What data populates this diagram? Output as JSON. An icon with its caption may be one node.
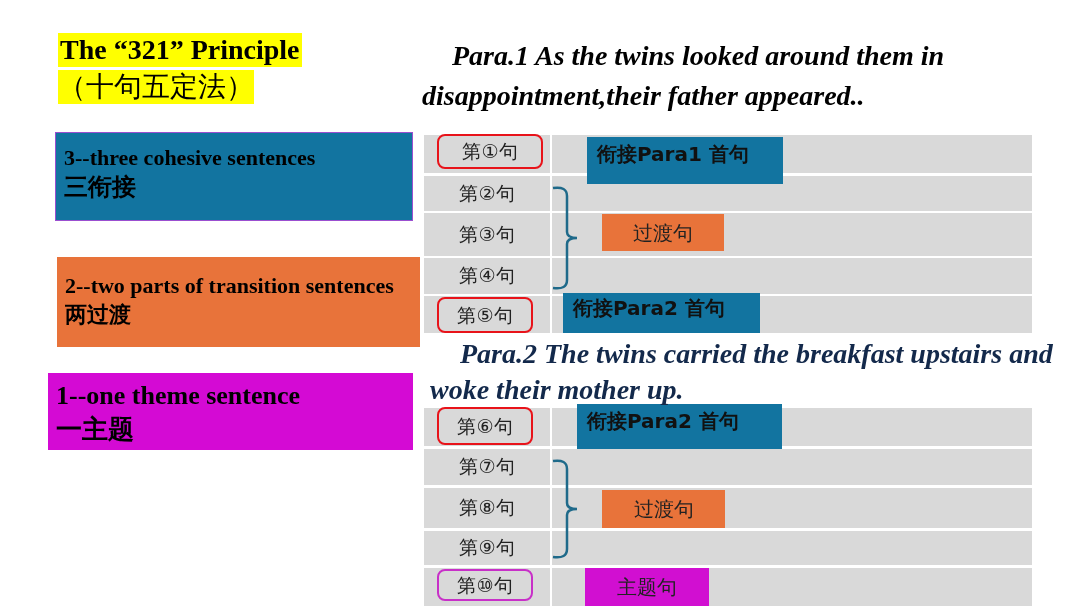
{
  "diagram": {
    "title": "The “321” Principle",
    "nodes": [
      {
        "text": [
          "3--three cohesive sentences",
          "三衔接"
        ]
      },
      {
        "text": [
          "2--two parts of transition sentences 两过渡"
        ]
      },
      {
        "text": [
          "1--one theme sentence",
          "一主题"
        ]
      },
      {
        "text": [
          "第①句"
        ]
      },
      {
        "text": [
          "衔接Para1 首句"
        ]
      },
      {
        "text": [
          "过渡句"
        ]
      },
      {
        "text": [
          "第⑤句"
        ]
      },
      {
        "text": [
          "衔接Para2 首句"
        ]
      },
      {
        "text": [
          "第⑥句"
        ]
      },
      {
        "text": [
          "衔接Para2 首句"
        ]
      },
      {
        "text": [
          "过渡句"
        ]
      },
      {
        "text": [
          "第⑩句"
        ]
      },
      {
        "text": [
          "主题句"
        ]
      }
    ],
    "labels": [
      "（十句五定法）",
      "Para.1 As the twins looked around them in disappointment,their father appeared..",
      "第②句",
      "第③句",
      "第④句",
      "Para.2 The twins carried the breakfast upstairs and woke their mother up.",
      "第⑦句",
      "第⑧句",
      "第⑨句"
    ]
  }
}
